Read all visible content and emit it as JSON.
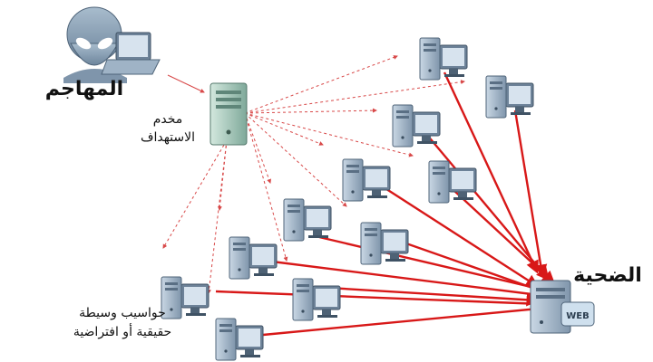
{
  "labels": {
    "attacker": "المهاجم",
    "target_server_line1": "مخدم",
    "target_server_line2": "الاستهداف",
    "victim": "الضحية",
    "proxies_line1": "حواسيب وسيطة",
    "proxies_line2": "حقيقية أو افتراضية",
    "web_badge": "WEB"
  },
  "colors": {
    "attack_line": "#d81818",
    "command_line": "#d84848",
    "pc_body": "#9fb3c6",
    "server_green": "#a8cdbf"
  },
  "icons": {
    "attacker": "alien-with-laptop-icon",
    "target_server": "server-tower-icon",
    "proxy": "desktop-computer-icon",
    "victim": "web-server-icon"
  }
}
